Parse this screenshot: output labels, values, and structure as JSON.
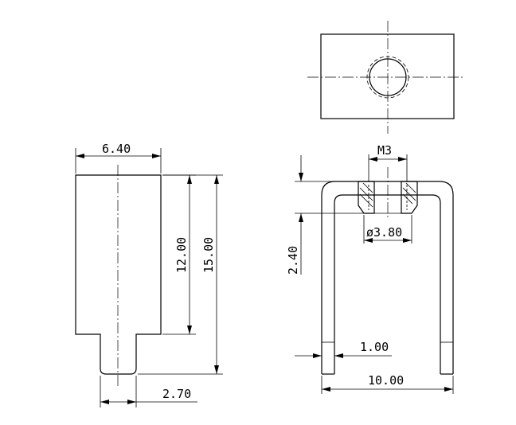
{
  "dimensions": {
    "width_top": "6.40",
    "height_body": "12.00",
    "height_total": "15.00",
    "pin_width": "2.70",
    "thread": "M3",
    "bore_diameter": "ø3.80",
    "offset": "2.40",
    "thickness": "1.00",
    "span": "10.00"
  }
}
